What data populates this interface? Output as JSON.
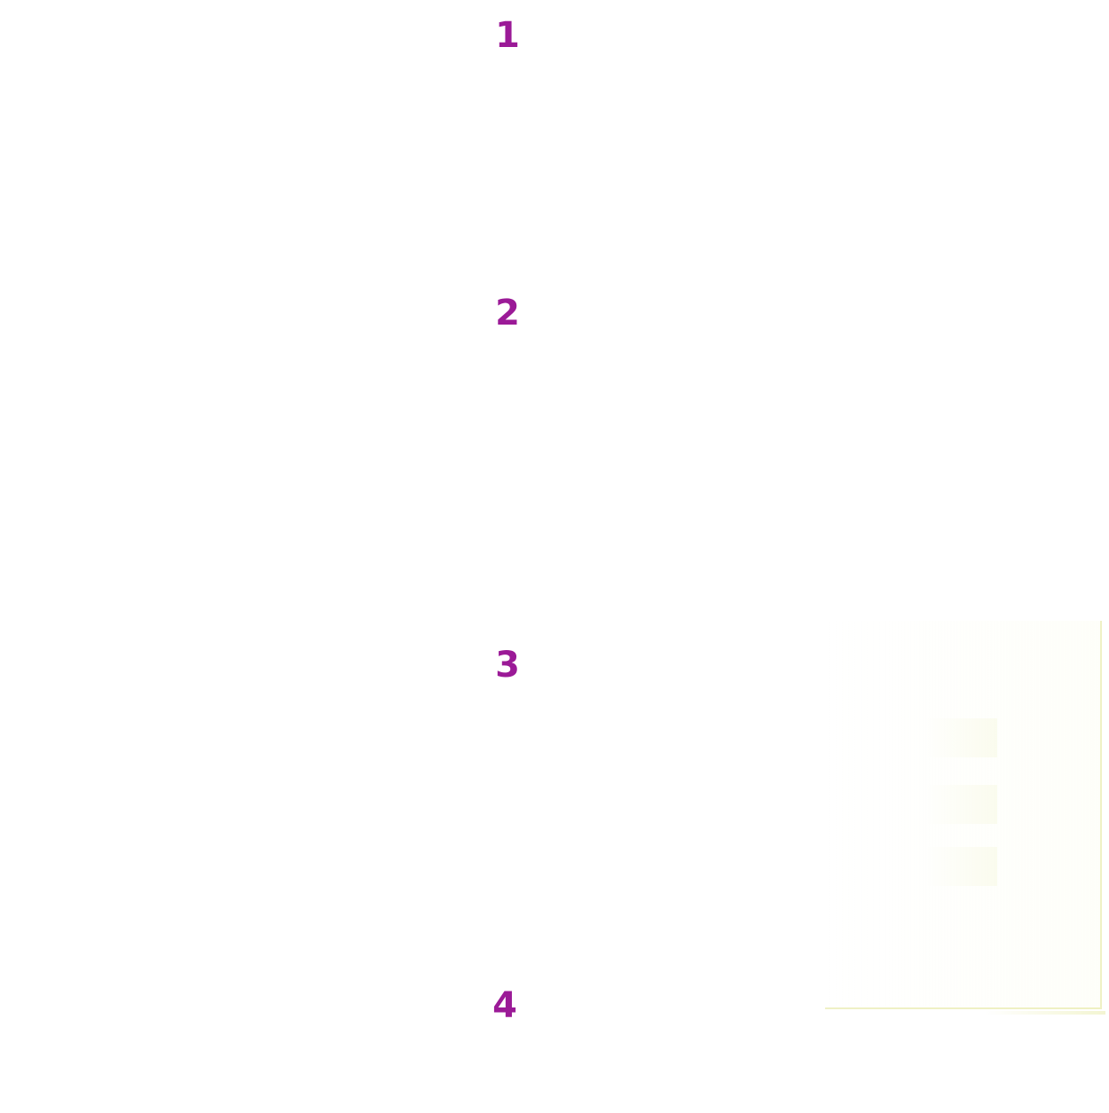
{
  "steps": {
    "one": "1",
    "two": "2",
    "three": "3",
    "four": "4"
  },
  "colors": {
    "step_number": "#9b1a97",
    "background": "#ffffff",
    "faded_panel_border": "#e2e696"
  }
}
